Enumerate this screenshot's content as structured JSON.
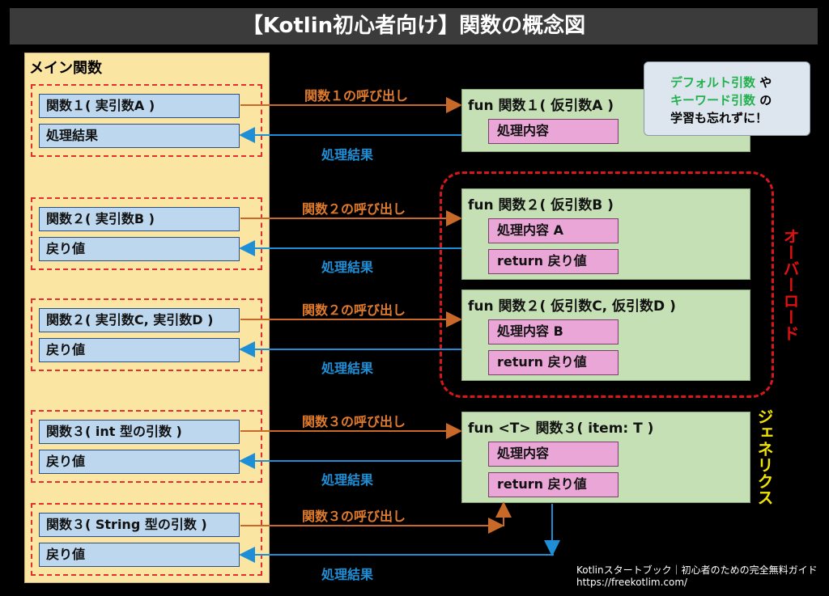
{
  "title": "【Kotlin初心者向け】関数の概念図",
  "main_panel": {
    "title": "メイン関数",
    "groups": [
      {
        "call": "関数１( 実引数A )",
        "result": "処理結果"
      },
      {
        "call": "関数２( 実引数B )",
        "result": "戻り値"
      },
      {
        "call": "関数２( 実引数C, 実引数D )",
        "result": "戻り値"
      },
      {
        "call": "関数３( int 型の引数 )",
        "result": "戻り値"
      },
      {
        "call": "関数３( String 型の引数 )",
        "result": "戻り値"
      }
    ]
  },
  "arrow_labels": {
    "call1": "関数１の呼び出し",
    "call2a": "関数２の呼び出し",
    "call2b": "関数２の呼び出し",
    "call3a": "関数３の呼び出し",
    "call3b": "関数３の呼び出し",
    "result": "処理結果"
  },
  "functions": [
    {
      "signature": "fun 関数１( 仮引数A )",
      "body": [
        "処理内容"
      ]
    },
    {
      "signature": "fun 関数２( 仮引数B )",
      "body": [
        "処理内容 A",
        "return 戻り値"
      ]
    },
    {
      "signature": "fun 関数２( 仮引数C, 仮引数D )",
      "body": [
        "処理内容 B",
        "return 戻り値"
      ]
    },
    {
      "signature": "fun <T> 関数３( item: T )",
      "body": [
        "処理内容",
        "return 戻り値"
      ]
    }
  ],
  "note": {
    "line1_a": "デフォルト引数",
    "line1_b": " や",
    "line2_a": "キーワード引数",
    "line2_b": " の",
    "line3": "学習も忘れずに！"
  },
  "side_labels": {
    "overload": "オーバーロード",
    "generics": "ジェネリクス"
  },
  "footer": {
    "line1": "Kotlinスタートブック｜初心者のための完全無料ガイド",
    "line2": "https://freekotlim.com/"
  },
  "colors": {
    "call_arrow": "#c8692a",
    "return_arrow": "#1e8fd6",
    "overload_border": "#d81818"
  }
}
